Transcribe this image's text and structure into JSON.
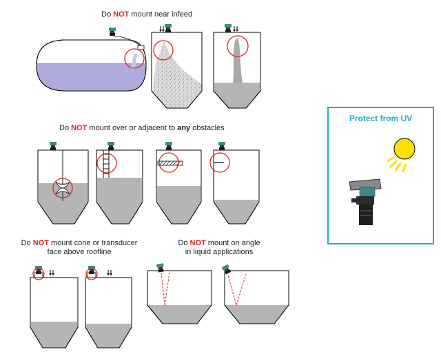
{
  "captions": {
    "infeed": {
      "pre": "Do ",
      "not": "NOT",
      "post": " mount near infeed"
    },
    "obstacles": {
      "pre": "Do ",
      "not": "NOT",
      "mid": " mount over or adjacent to ",
      "any": "any",
      "post": " obstacles"
    },
    "roofline": {
      "pre": "Do ",
      "not": "NOT",
      "post1": " mount cone or transducer",
      "line2": "face above roofline"
    },
    "angle": {
      "pre": "Do ",
      "not": "NOT",
      "post1": " mount on angle",
      "line2": "in liquid applications"
    }
  },
  "uv_panel": {
    "title": "Protect from UV"
  },
  "colors": {
    "fill_gray": "#b5b5b5",
    "liquid": "#aeaadb",
    "warning_red": "#e02020",
    "panel_teal": "#29a9c2",
    "sensor_teal": "#3e8a86",
    "sun": "#ffe100"
  }
}
